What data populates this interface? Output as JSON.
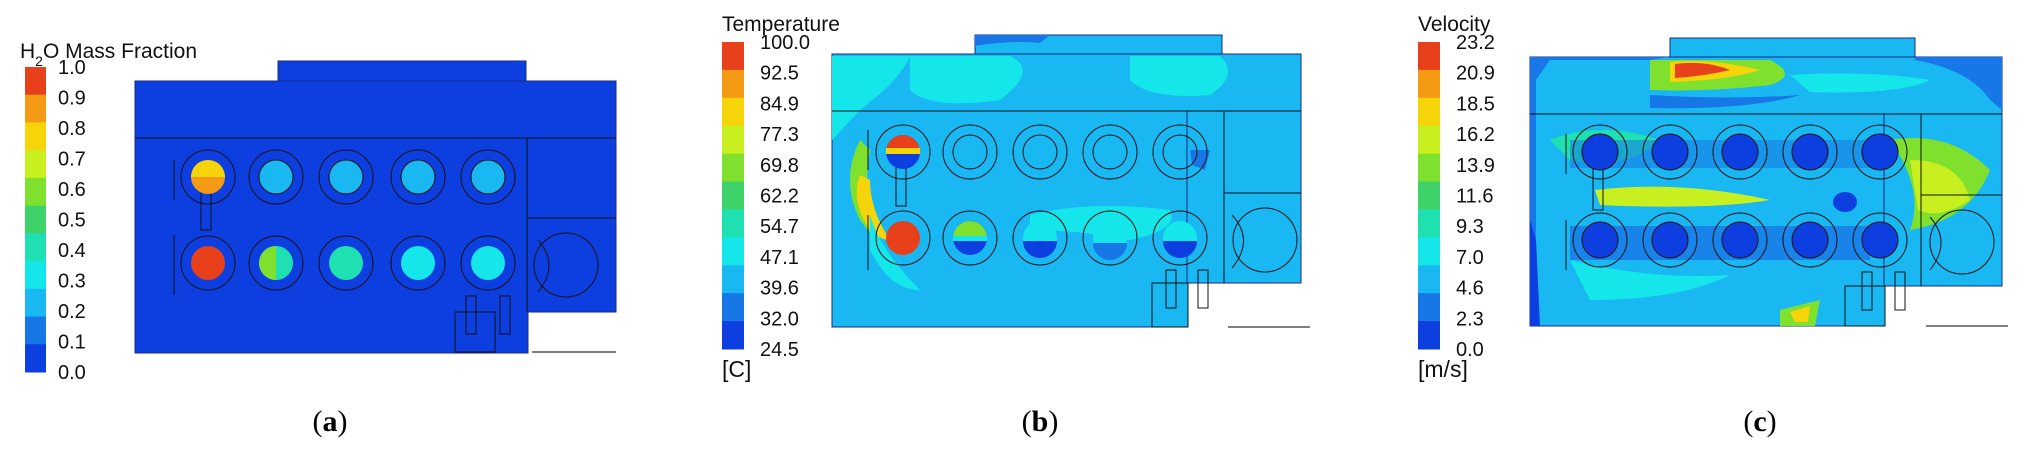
{
  "panels": [
    {
      "id": "a",
      "caption_open": "(",
      "caption_letter": "a",
      "caption_close": ")",
      "legend_title_prefix": "H",
      "legend_title_sub": "2",
      "legend_title_suffix": "O Mass Fraction",
      "legend_unit": "",
      "ticks": [
        "1.0",
        "0.9",
        "0.8",
        "0.7",
        "0.6",
        "0.5",
        "0.4",
        "0.3",
        "0.2",
        "0.1",
        "0.0"
      ]
    },
    {
      "id": "b",
      "caption_open": "(",
      "caption_letter": "b",
      "caption_close": ")",
      "legend_title": "Temperature",
      "legend_unit": "[C]",
      "ticks": [
        "100.0",
        "92.5",
        "84.9",
        "77.3",
        "69.8",
        "62.2",
        "54.7",
        "47.1",
        "39.6",
        "32.0",
        "24.5"
      ]
    },
    {
      "id": "c",
      "caption_open": "(",
      "caption_letter": "c",
      "caption_close": ")",
      "legend_title": "Velocity",
      "legend_unit": "[m/s]",
      "ticks": [
        "23.2",
        "20.9",
        "18.5",
        "16.2",
        "13.9",
        "11.6",
        "9.3",
        "7.0",
        "4.6",
        "2.3",
        "0.0"
      ]
    }
  ],
  "colormap": [
    "#e8401a",
    "#f59a14",
    "#f5d50a",
    "#c8f020",
    "#7fe02e",
    "#3ed36a",
    "#1fe0b0",
    "#15e6ea",
    "#1ab8f2",
    "#1877e6",
    "#0d3fe0"
  ]
}
